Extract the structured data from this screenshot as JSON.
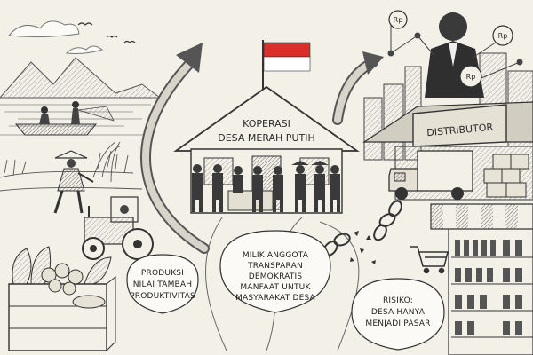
{
  "cooperative": {
    "line1": "KOPERASI",
    "line2": "DESA MERAH PUTIH"
  },
  "distributor": {
    "sign": "DISTRIBUTOR",
    "currency_symbol": "Rp"
  },
  "bubbles": {
    "left": [
      "PRODUKSI",
      "NILAI TAMBAH",
      "PRODUKTIVITAS"
    ],
    "center": [
      "MILIK ANGGOTA",
      "TRANSPARAN",
      "DEMOKRATIS",
      "MANFAAT UNTUK",
      "MASYARAKAT DESA"
    ],
    "right": [
      "RISIKO:",
      "DESA HANYA",
      "MENJADI PASAR"
    ]
  },
  "colors": {
    "flag_red": "#d9302c",
    "flag_white": "#ffffff",
    "ink": "#333333",
    "paper": "#f3f0e8"
  },
  "icons": [
    "flag-icon",
    "shopping-cart-icon",
    "broken-chain-icon",
    "rupiah-coin-icon",
    "truck-icon",
    "tractor-icon"
  ]
}
